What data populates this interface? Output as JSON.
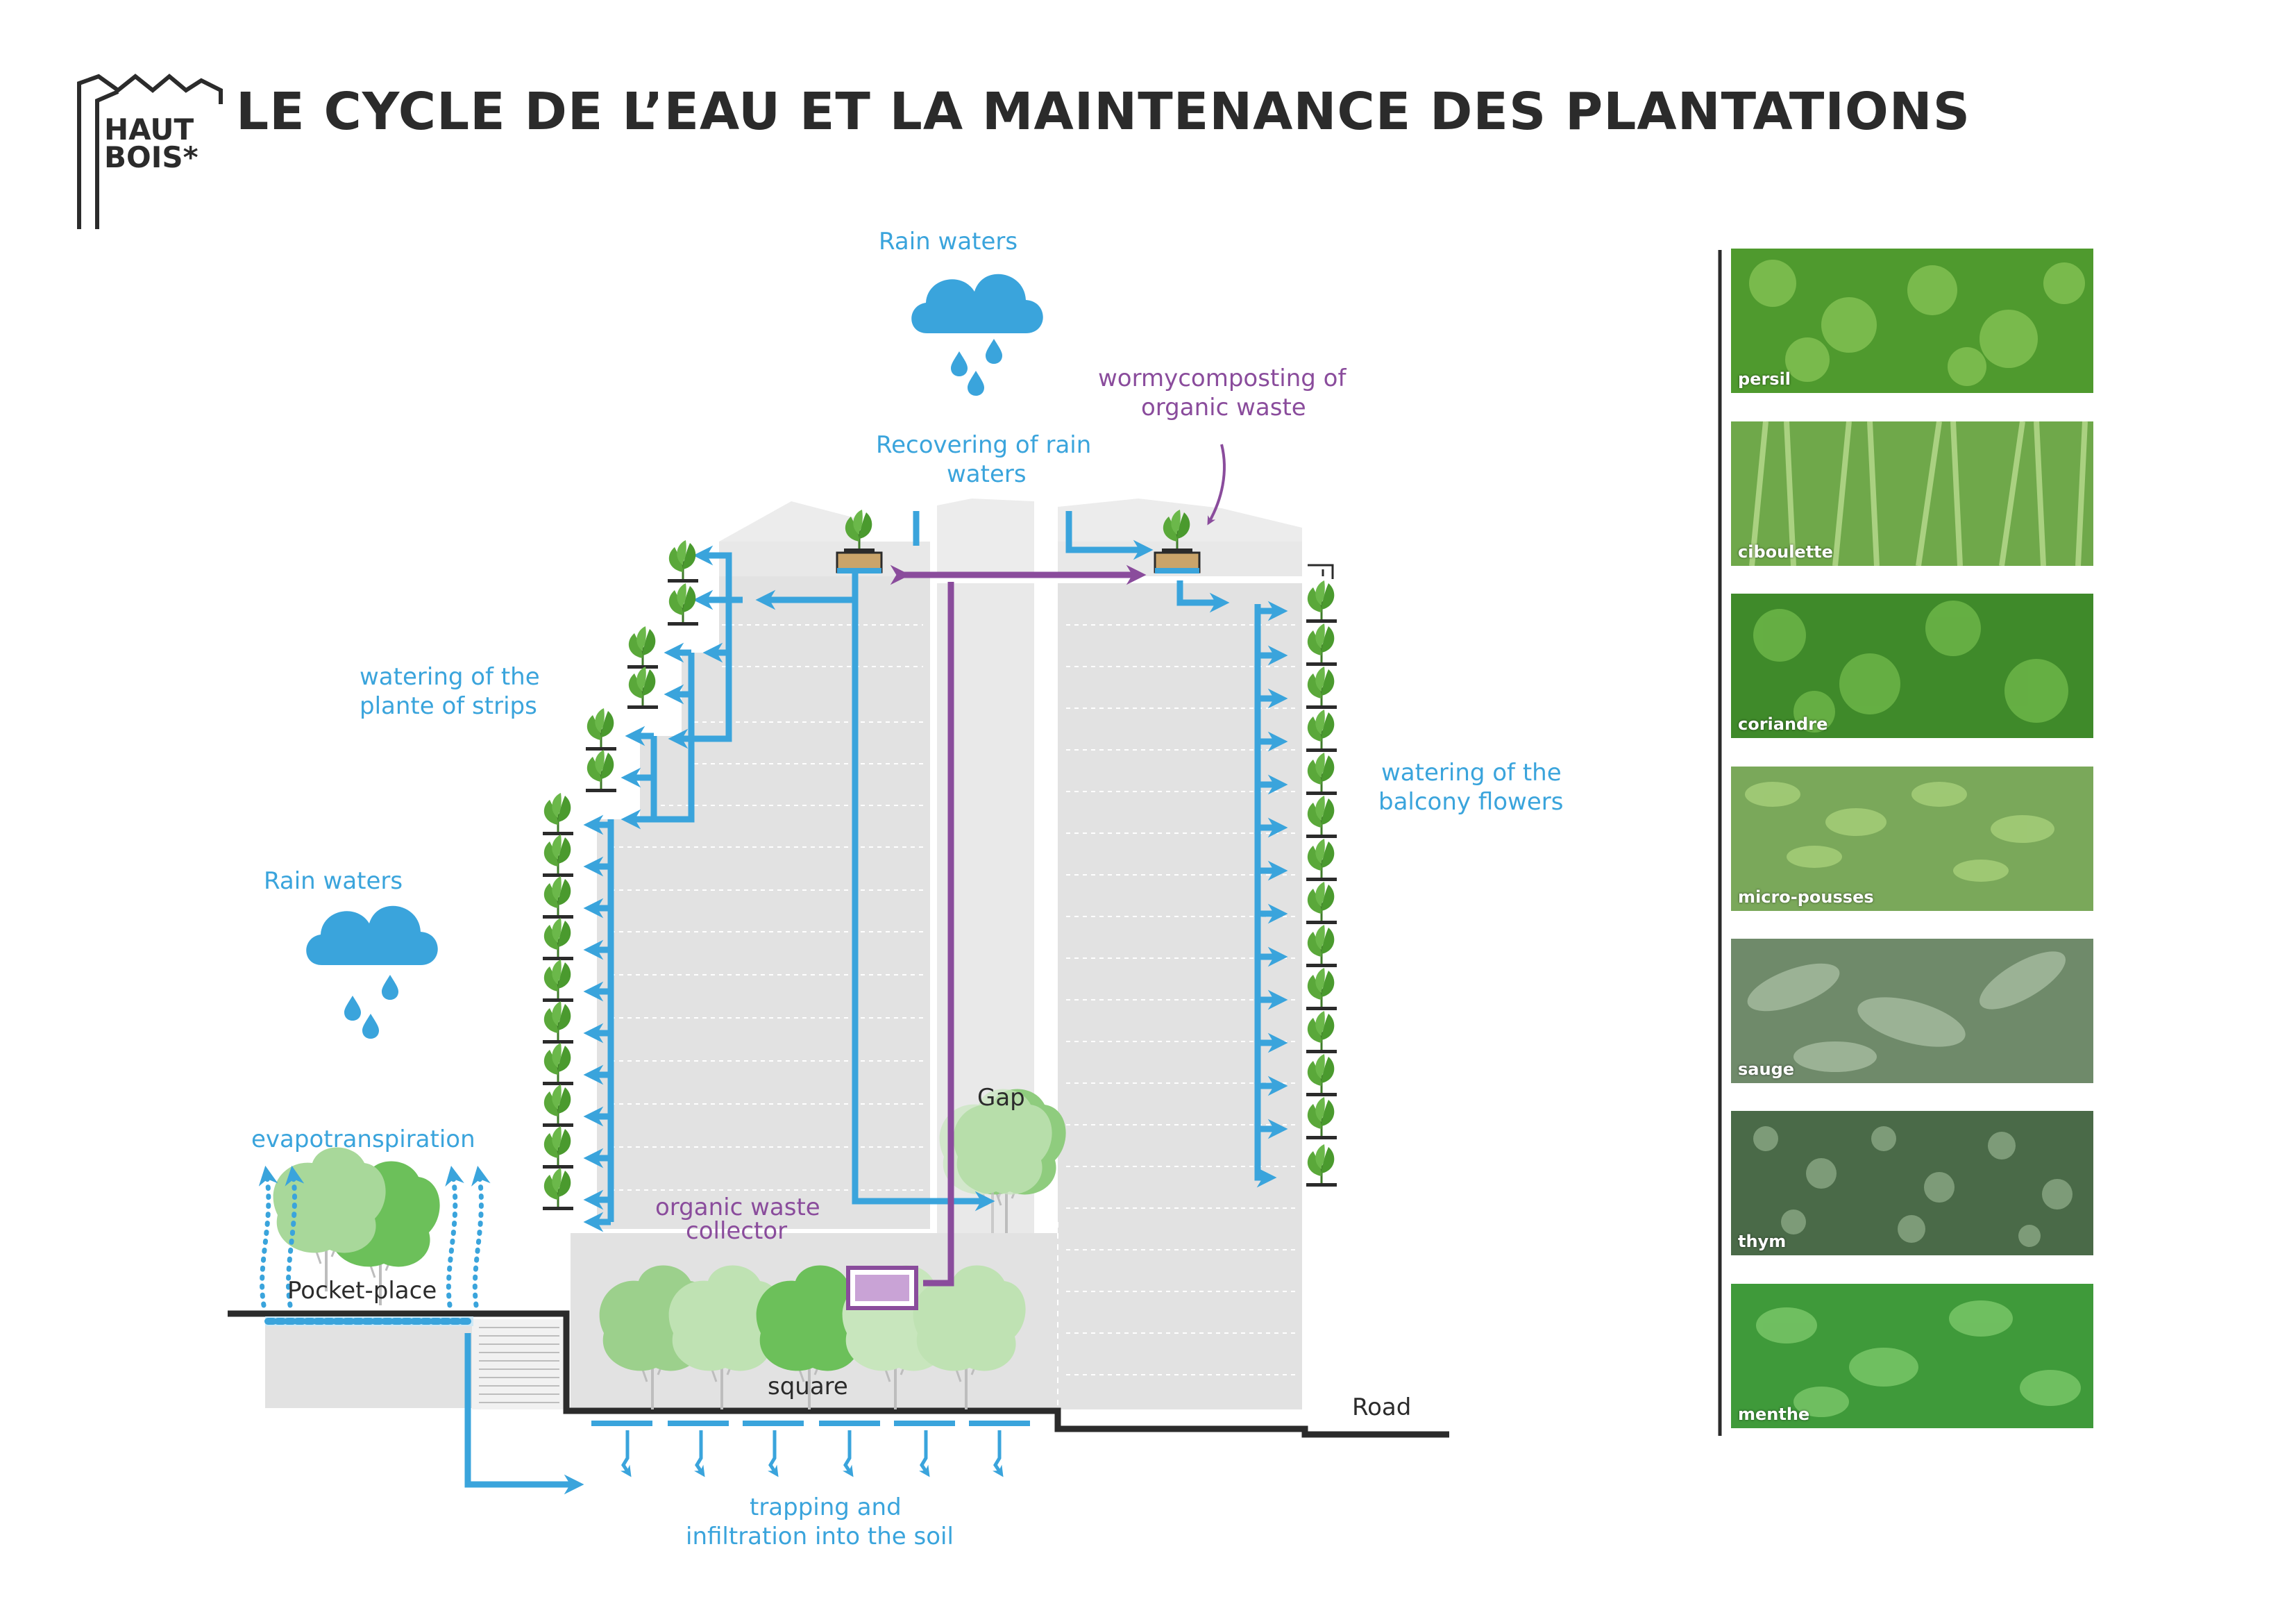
{
  "header": {
    "title": "LE CYCLE DE L’EAU ET LA MAINTENANCE DES PLANTATIONS",
    "logo_line1": "HAUT",
    "logo_line2": "BOIS*"
  },
  "labels": {
    "rain_top": "Rain waters",
    "rain_left": "Rain waters",
    "recovering_1": "Recovering of rain",
    "recovering_2": "waters",
    "worm_1": "wormycomposting of",
    "worm_2": "organic waste",
    "watering_strips_1": "watering of the",
    "watering_strips_2": "plante of strips",
    "watering_balcony_1": "watering of the",
    "watering_balcony_2": "balcony flowers",
    "evapo": "evapotranspiration",
    "pocket": "Pocket-place",
    "gap": "Gap",
    "waste_1": "organic waste",
    "waste_2": "collector",
    "square": "square",
    "road": "Road",
    "trap_1": "trapping and",
    "trap_2": "infiltration into the soil"
  },
  "herbs": [
    {
      "label": "persil",
      "color": "#4f9a2e"
    },
    {
      "label": "ciboulette",
      "color": "#6fa84a"
    },
    {
      "label": "coriandre",
      "color": "#3f8a2a"
    },
    {
      "label": "micro-pousses",
      "color": "#7aa85a"
    },
    {
      "label": "sauge",
      "color": "#6f8a6a"
    },
    {
      "label": "thym",
      "color": "#4a6a48"
    },
    {
      "label": "menthe",
      "color": "#3f9a3a"
    }
  ],
  "colors": {
    "water": "#3aa4dc",
    "compost": "#8a4c9c",
    "building": "#e2e2e2",
    "ground": "#2b2b2b",
    "tree": "#6cc05a"
  }
}
